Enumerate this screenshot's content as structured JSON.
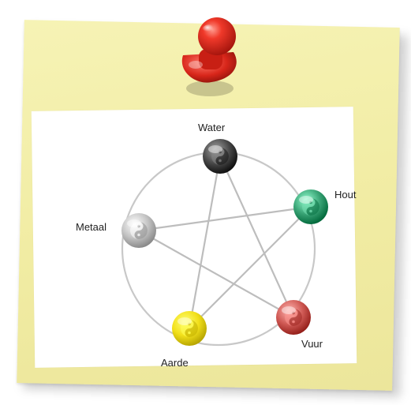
{
  "elements": [
    {
      "key": "water",
      "label": "Water",
      "color": "#4a4a4a"
    },
    {
      "key": "hout",
      "label": "Hout",
      "color": "#3aa476"
    },
    {
      "key": "vuur",
      "label": "Vuur",
      "color": "#d05a55"
    },
    {
      "key": "aarde",
      "label": "Aarde",
      "color": "#f2e01a"
    },
    {
      "key": "metaal",
      "label": "Metaal",
      "color": "#c4c4c4"
    }
  ],
  "colors": {
    "note": "#f3eea8",
    "pin": "#e02a1e",
    "circle_line": "#c8c8c8",
    "star_line": "#bdbdbd"
  },
  "icons": {
    "pin": "push-pin-icon",
    "node": "yin-yang-icon"
  }
}
